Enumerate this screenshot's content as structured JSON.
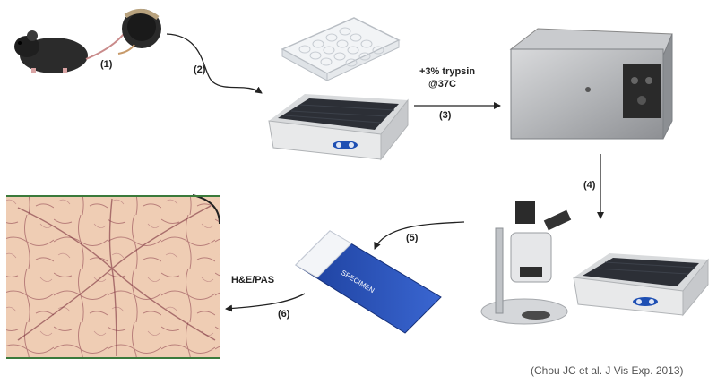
{
  "steps": {
    "s1": "(1)",
    "s2": "(2)",
    "s3": "(3)",
    "s4": "(4)",
    "s5": "(5)",
    "s6": "(6)"
  },
  "trypsin_label": {
    "line1": "+3% trypsin",
    "line2": "@37C"
  },
  "stain_label": "H&E/PAS",
  "slide_label": "SPECIMEN",
  "citation": "(Chou JC et al. J Vis Exp. 2013)"
}
